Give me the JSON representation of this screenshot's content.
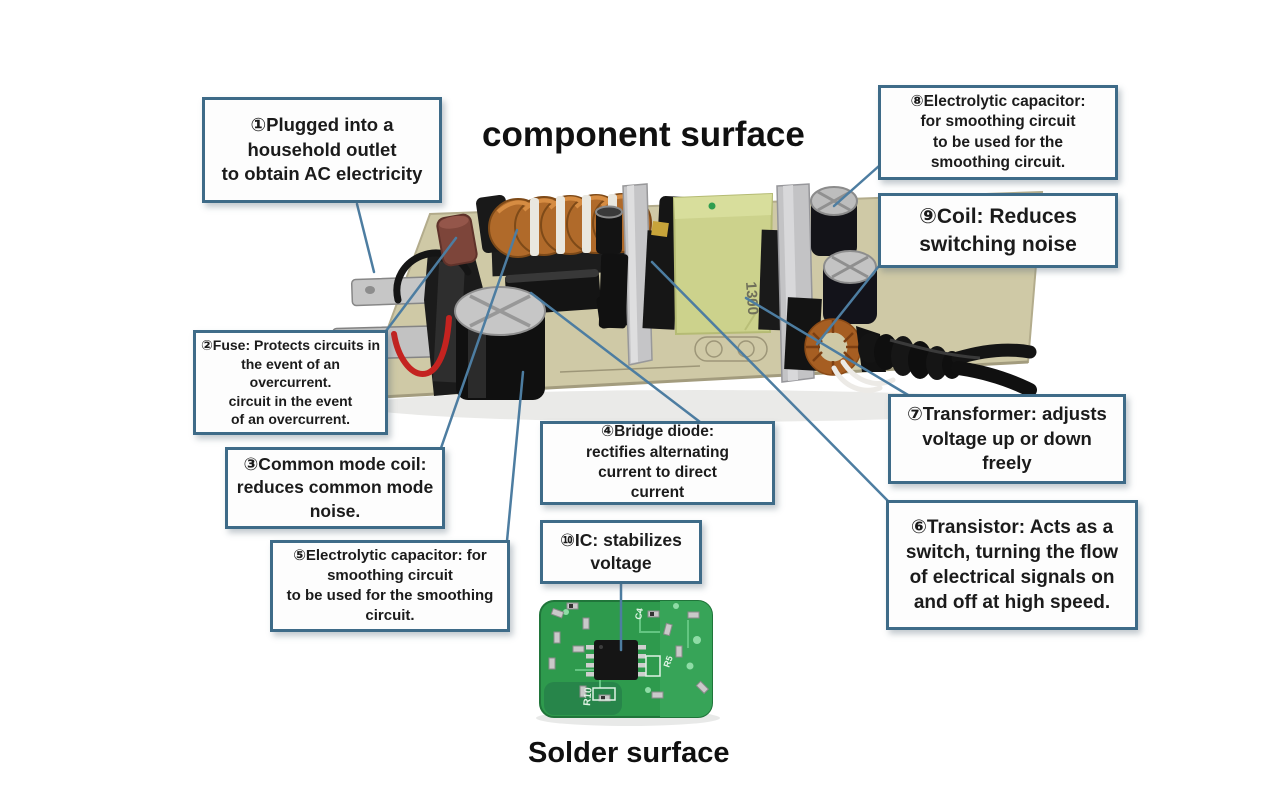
{
  "titles": {
    "component_surface": "component surface",
    "solder_surface": "Solder surface"
  },
  "callouts": {
    "plug": {
      "text": "①Plugged into a\nhousehold outlet\nto obtain AC electricity"
    },
    "fuse": {
      "text": "②Fuse: Protects circuits in\nthe event of an overcurrent.\ncircuit in the event\nof an overcurrent."
    },
    "common_mode_coil": {
      "text": "③Common mode coil:\nreduces common mode\nnoise."
    },
    "bridge_diode": {
      "text": "④Bridge diode:\nrectifies alternating\ncurrent to direct\ncurrent"
    },
    "electrolytic_capacitor_smoothing": {
      "text": "⑤Electrolytic capacitor: for\nsmoothing circuit\nto be used for the smoothing\ncircuit."
    },
    "transistor": {
      "text": "⑥Transistor: Acts as a\nswitch, turning the flow\nof electrical signals on\nand off at high speed."
    },
    "transformer": {
      "text": "⑦Transformer: adjusts\nvoltage up or down\nfreely"
    },
    "electrolytic_capacitor_8": {
      "text": "⑧Electrolytic capacitor:\nfor smoothing circuit\nto be used for the\nsmoothing circuit."
    },
    "coil": {
      "text": "⑨Coil: Reduces\nswitching noise"
    },
    "ic": {
      "text": "⑩IC: stabilizes\nvoltage"
    }
  },
  "board": {
    "transformer_marking": "1300",
    "solder_markings": {
      "r10": "R10",
      "r5": "R5",
      "c4": "C4"
    }
  },
  "colors": {
    "callout_border": "#3e6b88",
    "leader_line": "#4d7da1",
    "board_substrate": "#cfc9a6",
    "solder_pcb_green": "#2e9a4d",
    "text": "#1b1b1b"
  }
}
